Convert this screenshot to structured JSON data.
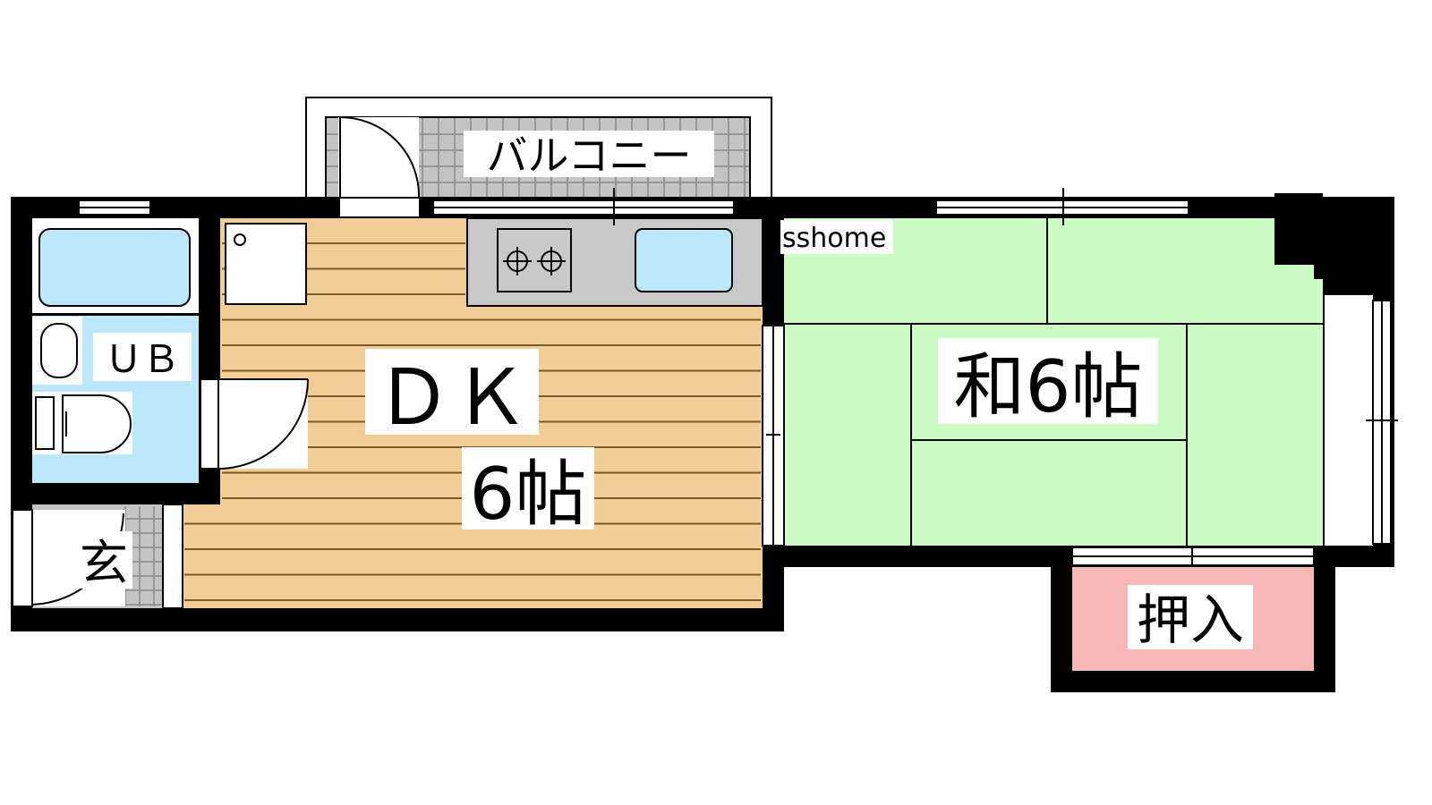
{
  "labels": {
    "balcony": "バルコニー",
    "watermark": "sshome",
    "unit_bath": "ＵＢ",
    "dk": "ＤＫ",
    "dk_size": "6帖",
    "washitsu": "和6帖",
    "entrance": "玄",
    "closet": "押入"
  },
  "colors": {
    "wall": "#000000",
    "wood_floor": "#f2cd96",
    "wood_line": "#7a5a2a",
    "tatami": "#ccfcc4",
    "bath": "#bde7fb",
    "closet": "#f9b8b8",
    "tile": "#bdbdbd",
    "counter": "#c9c9c9"
  }
}
